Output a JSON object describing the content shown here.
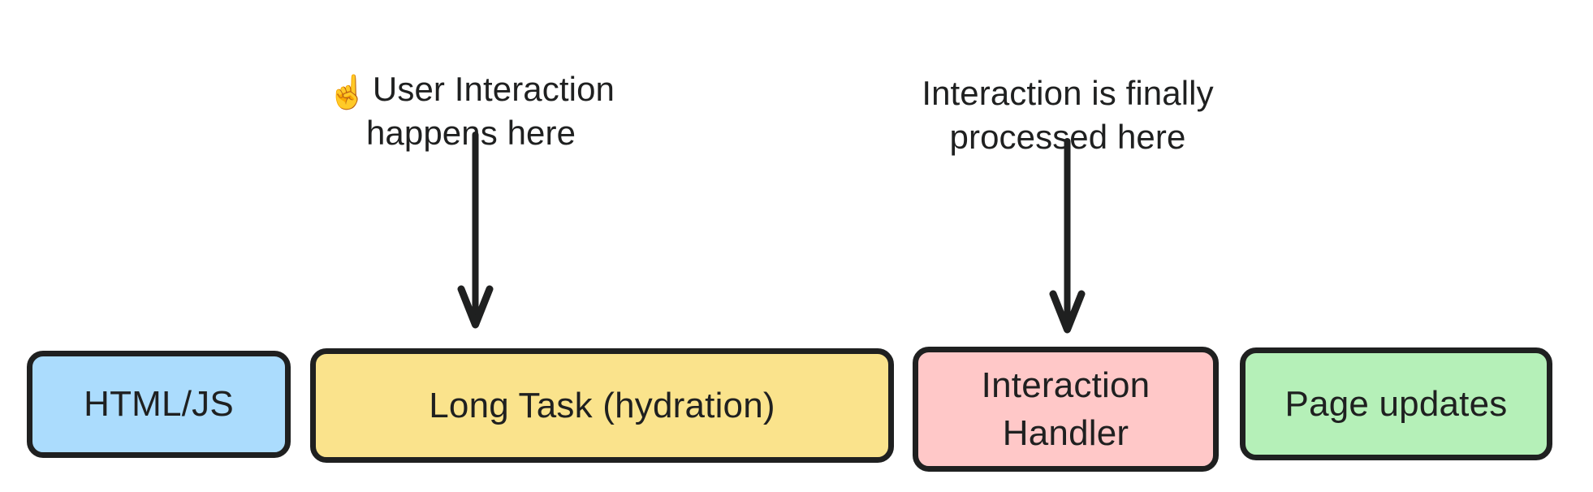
{
  "diagram": {
    "title": "Long task blocking interaction timeline",
    "background_color": "#ffffff",
    "stroke_color": "#1f2020",
    "annotations": [
      {
        "id": "user-interaction",
        "emoji": "☝",
        "emoji_name": "index-pointing-up-emoji",
        "text": "User Interaction\nhappens here",
        "arrow": "down"
      },
      {
        "id": "interaction-processed",
        "emoji": "",
        "emoji_name": "",
        "text": "Interaction is finally\nprocessed here",
        "arrow": "down"
      }
    ],
    "nodes": [
      {
        "id": "html-js",
        "label": "HTML/JS",
        "fill": "#abdcfd"
      },
      {
        "id": "long-task",
        "label": "Long Task (hydration)",
        "fill": "#fae38c"
      },
      {
        "id": "interaction-handler",
        "label": "Interaction\nHandler",
        "fill": "#ffc8c8"
      },
      {
        "id": "page-updates",
        "label": "Page updates",
        "fill": "#b5f0b8"
      }
    ]
  }
}
